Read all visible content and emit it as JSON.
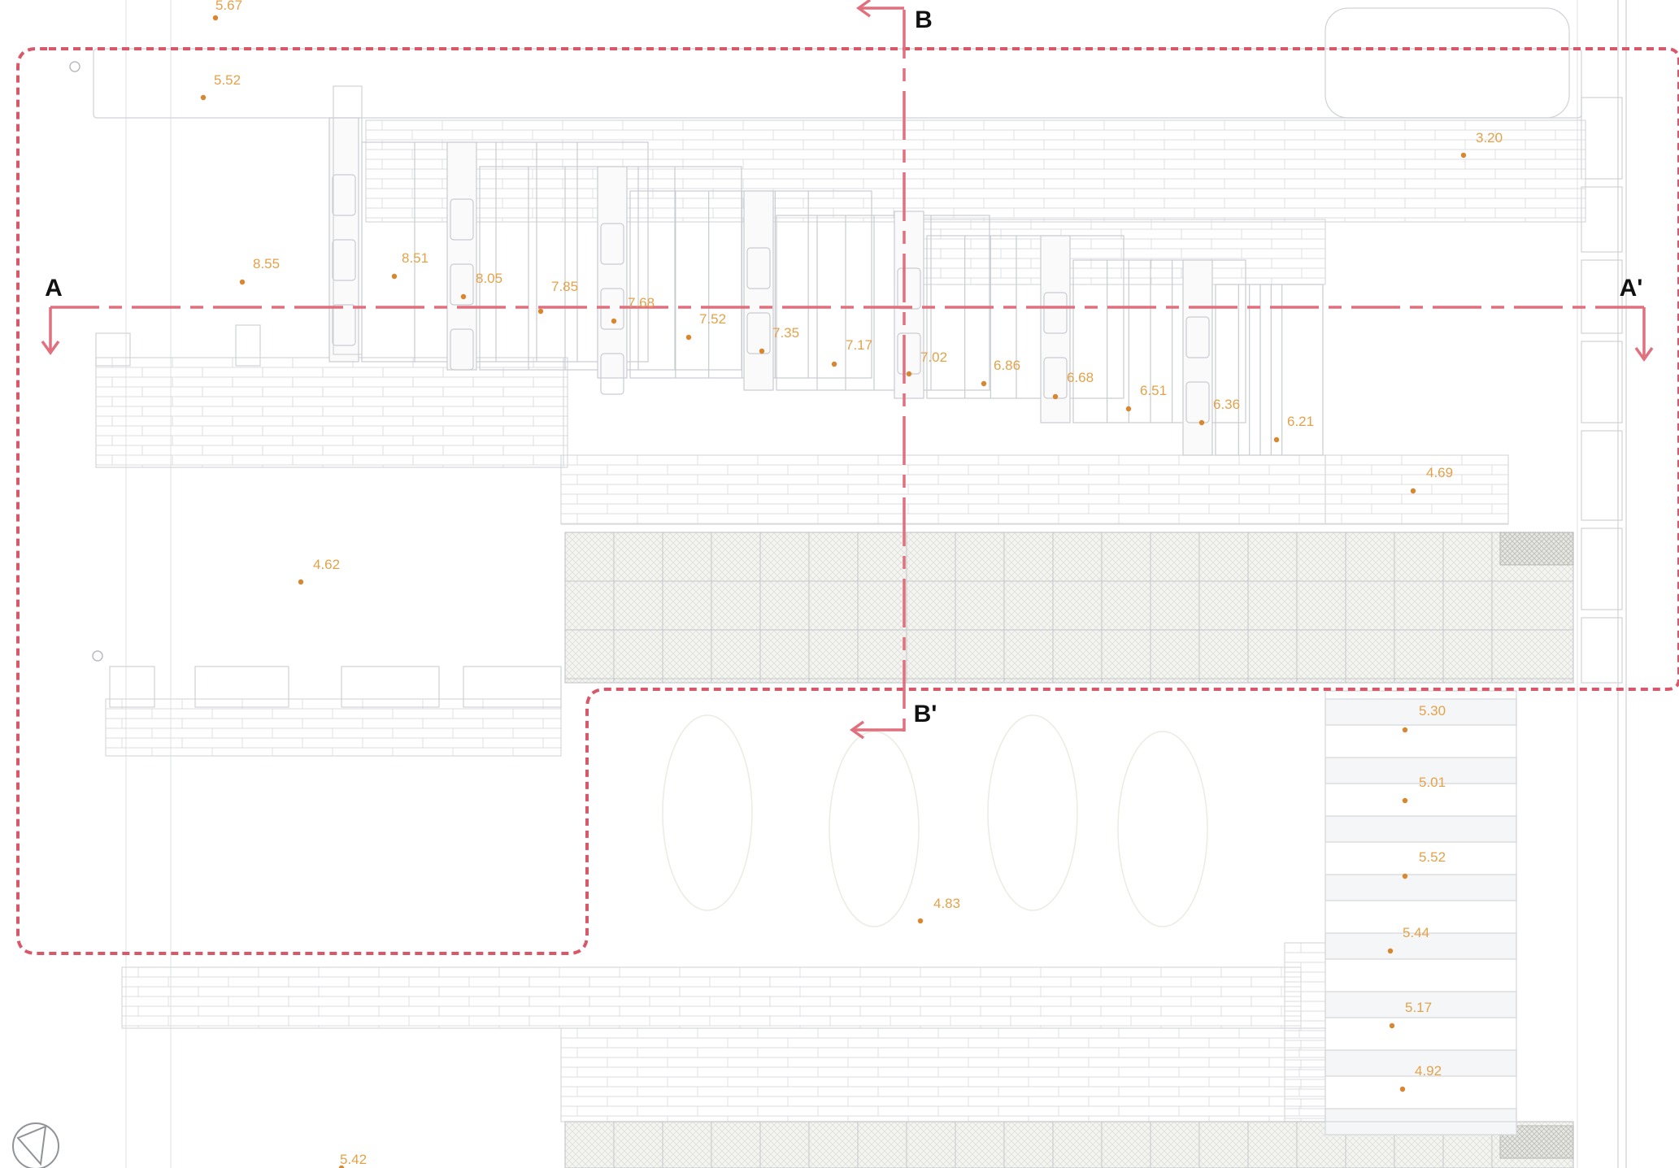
{
  "colors": {
    "section_line": "#e0707e",
    "boundary": "#d8586a",
    "elevation": "#e3a24a",
    "elevation_point": "#d9862e",
    "linework": "#cfd2d6",
    "linework_light": "#e4e6e9",
    "paving_fill": "#f1f1ee",
    "text_dark": "#111111"
  },
  "sections": {
    "a_start": "A",
    "a_end": "A'",
    "b_start": "B",
    "b_end": "B'"
  },
  "north_arrow_icon": "north-arrow-icon",
  "elevations": [
    {
      "id": "e01",
      "label": "5.52"
    },
    {
      "id": "e02",
      "label": "8.55"
    },
    {
      "id": "e03",
      "label": "8.51"
    },
    {
      "id": "e04",
      "label": "8.05"
    },
    {
      "id": "e05",
      "label": "7.85"
    },
    {
      "id": "e06",
      "label": "7.68"
    },
    {
      "id": "e07",
      "label": "7.52"
    },
    {
      "id": "e08",
      "label": "7.35"
    },
    {
      "id": "e09",
      "label": "7.17"
    },
    {
      "id": "e10",
      "label": "7.02"
    },
    {
      "id": "e11",
      "label": "6.86"
    },
    {
      "id": "e12",
      "label": "6.68"
    },
    {
      "id": "e13",
      "label": "6.51"
    },
    {
      "id": "e14",
      "label": "6.36"
    },
    {
      "id": "e15",
      "label": "6.21"
    },
    {
      "id": "e16",
      "label": "4.69"
    },
    {
      "id": "e17",
      "label": "4.62"
    },
    {
      "id": "e18",
      "label": "3.20"
    },
    {
      "id": "e19",
      "label": "4.83"
    },
    {
      "id": "e20",
      "label": "5.30"
    },
    {
      "id": "e21",
      "label": "5.01"
    },
    {
      "id": "e22",
      "label": "5.52"
    },
    {
      "id": "e23",
      "label": "5.44"
    },
    {
      "id": "e24",
      "label": "5.17"
    },
    {
      "id": "e25",
      "label": "4.92"
    },
    {
      "id": "e26",
      "label": "5.42"
    },
    {
      "id": "e27",
      "label": "5.67"
    }
  ]
}
